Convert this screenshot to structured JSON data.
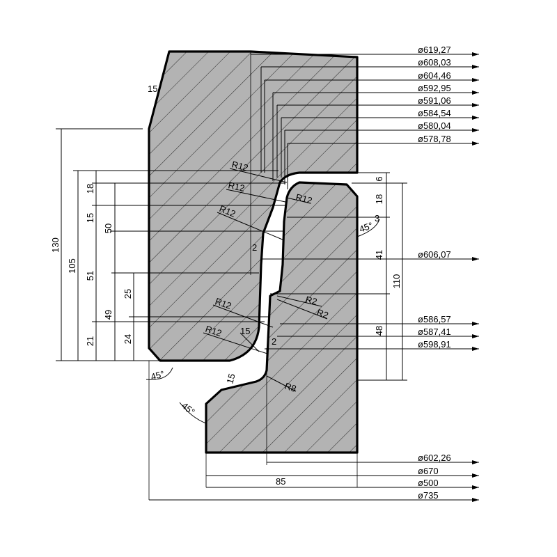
{
  "colors": {
    "fill": "#b3b3b3",
    "hatch": "#2a2a2a",
    "line": "#000000"
  },
  "diameters": {
    "d61927": "ø619,27",
    "d60803": "ø608,03",
    "d60446": "ø604,46",
    "d59295": "ø592,95",
    "d59106": "ø591,06",
    "d58454": "ø584,54",
    "d58004": "ø580,04",
    "d57878": "ø578,78",
    "d60607": "ø606,07",
    "d58657": "ø586,57",
    "d58741": "ø587,41",
    "d59891": "ø598,91",
    "d60226": "ø602,26",
    "d670": "ø670",
    "d500": "ø500",
    "d735": "ø735"
  },
  "lengths": {
    "l130": "130",
    "l105": "105",
    "l51": "51",
    "l21": "21",
    "l49": "49",
    "l18": "18",
    "l15": "15",
    "l50": "50",
    "l25": "25",
    "l24": "24",
    "l6": "6",
    "l18r": "18",
    "l3": "3",
    "l41": "41",
    "l110": "110",
    "l48": "48",
    "l85": "85",
    "l15top": "15",
    "l15mid": "15",
    "l15low": "15",
    "l2a": "2",
    "l2b": "2"
  },
  "radii": {
    "r1": "R12",
    "r2": "R12",
    "r3": "R12",
    "r4": "R12",
    "r5": "R12",
    "r6": "R12",
    "r2a": "R2",
    "r2b": "R2",
    "r8": "R8"
  },
  "angles": {
    "a1": "45°",
    "a2": "45°",
    "a3": "45°"
  }
}
